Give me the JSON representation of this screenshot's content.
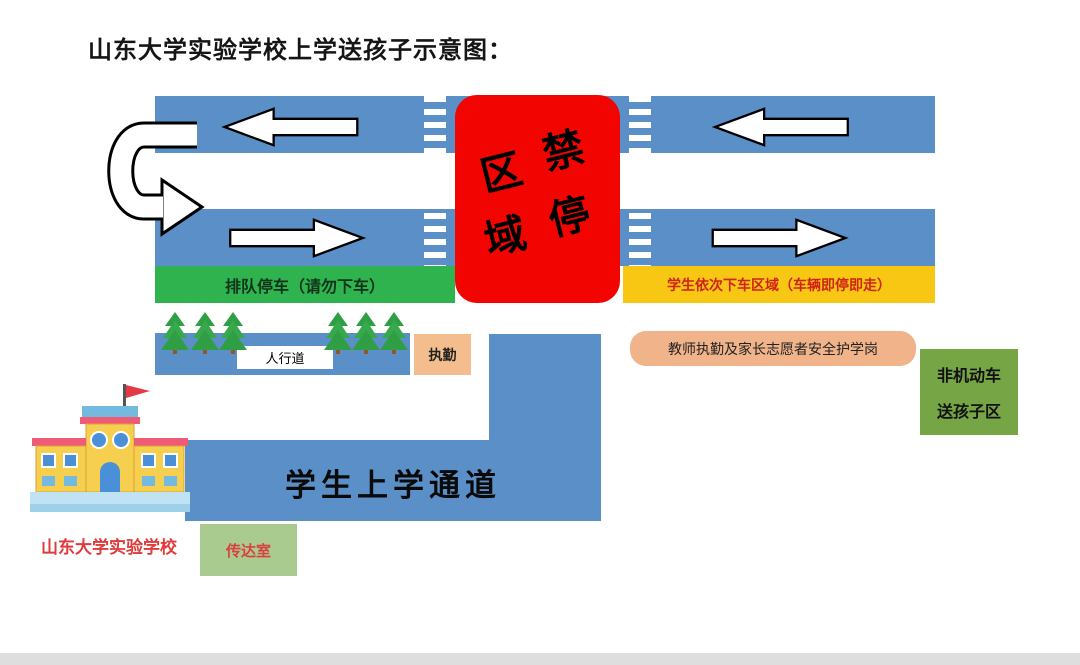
{
  "title": "山东大学实验学校上学送孩子示意图：",
  "road": {
    "no_stop_zone_chars": [
      "禁",
      "停",
      "区",
      "域"
    ],
    "queue_parking_label": "排队停车（请勿下车）",
    "dropoff_label": "学生依次下车区域（车辆即停即走）"
  },
  "sidewalk": {
    "label": "人行道"
  },
  "duty": {
    "label": "执勤"
  },
  "corridor": {
    "label": "学生上学通道"
  },
  "guard_post": {
    "label": "教师执勤及家长志愿者安全护学岗"
  },
  "non_motor_zone": {
    "line1": "非机动车",
    "line2": "送孩子区"
  },
  "school": {
    "label": "山东大学实验学校"
  },
  "gatehouse": {
    "label": "传达室"
  },
  "icons": {
    "u_turn_arrow": "u-turn-arrow-icon",
    "left_arrow": "left-arrow-icon",
    "right_arrow": "right-arrow-icon",
    "tree": "tree-icon",
    "school_building": "school-building-illustration"
  },
  "colors": {
    "road_blue": "#5b8fc8",
    "queue_green": "#2fb34f",
    "dropoff_yellow": "#f7c714",
    "no_stop_red": "#f20400",
    "duty_orange": "#f4bd8d",
    "guard_orange": "#f0b38a",
    "non_motor_green": "#76a546",
    "gatehouse_green": "#aacb90",
    "school_label_red": "#e03a3a"
  }
}
